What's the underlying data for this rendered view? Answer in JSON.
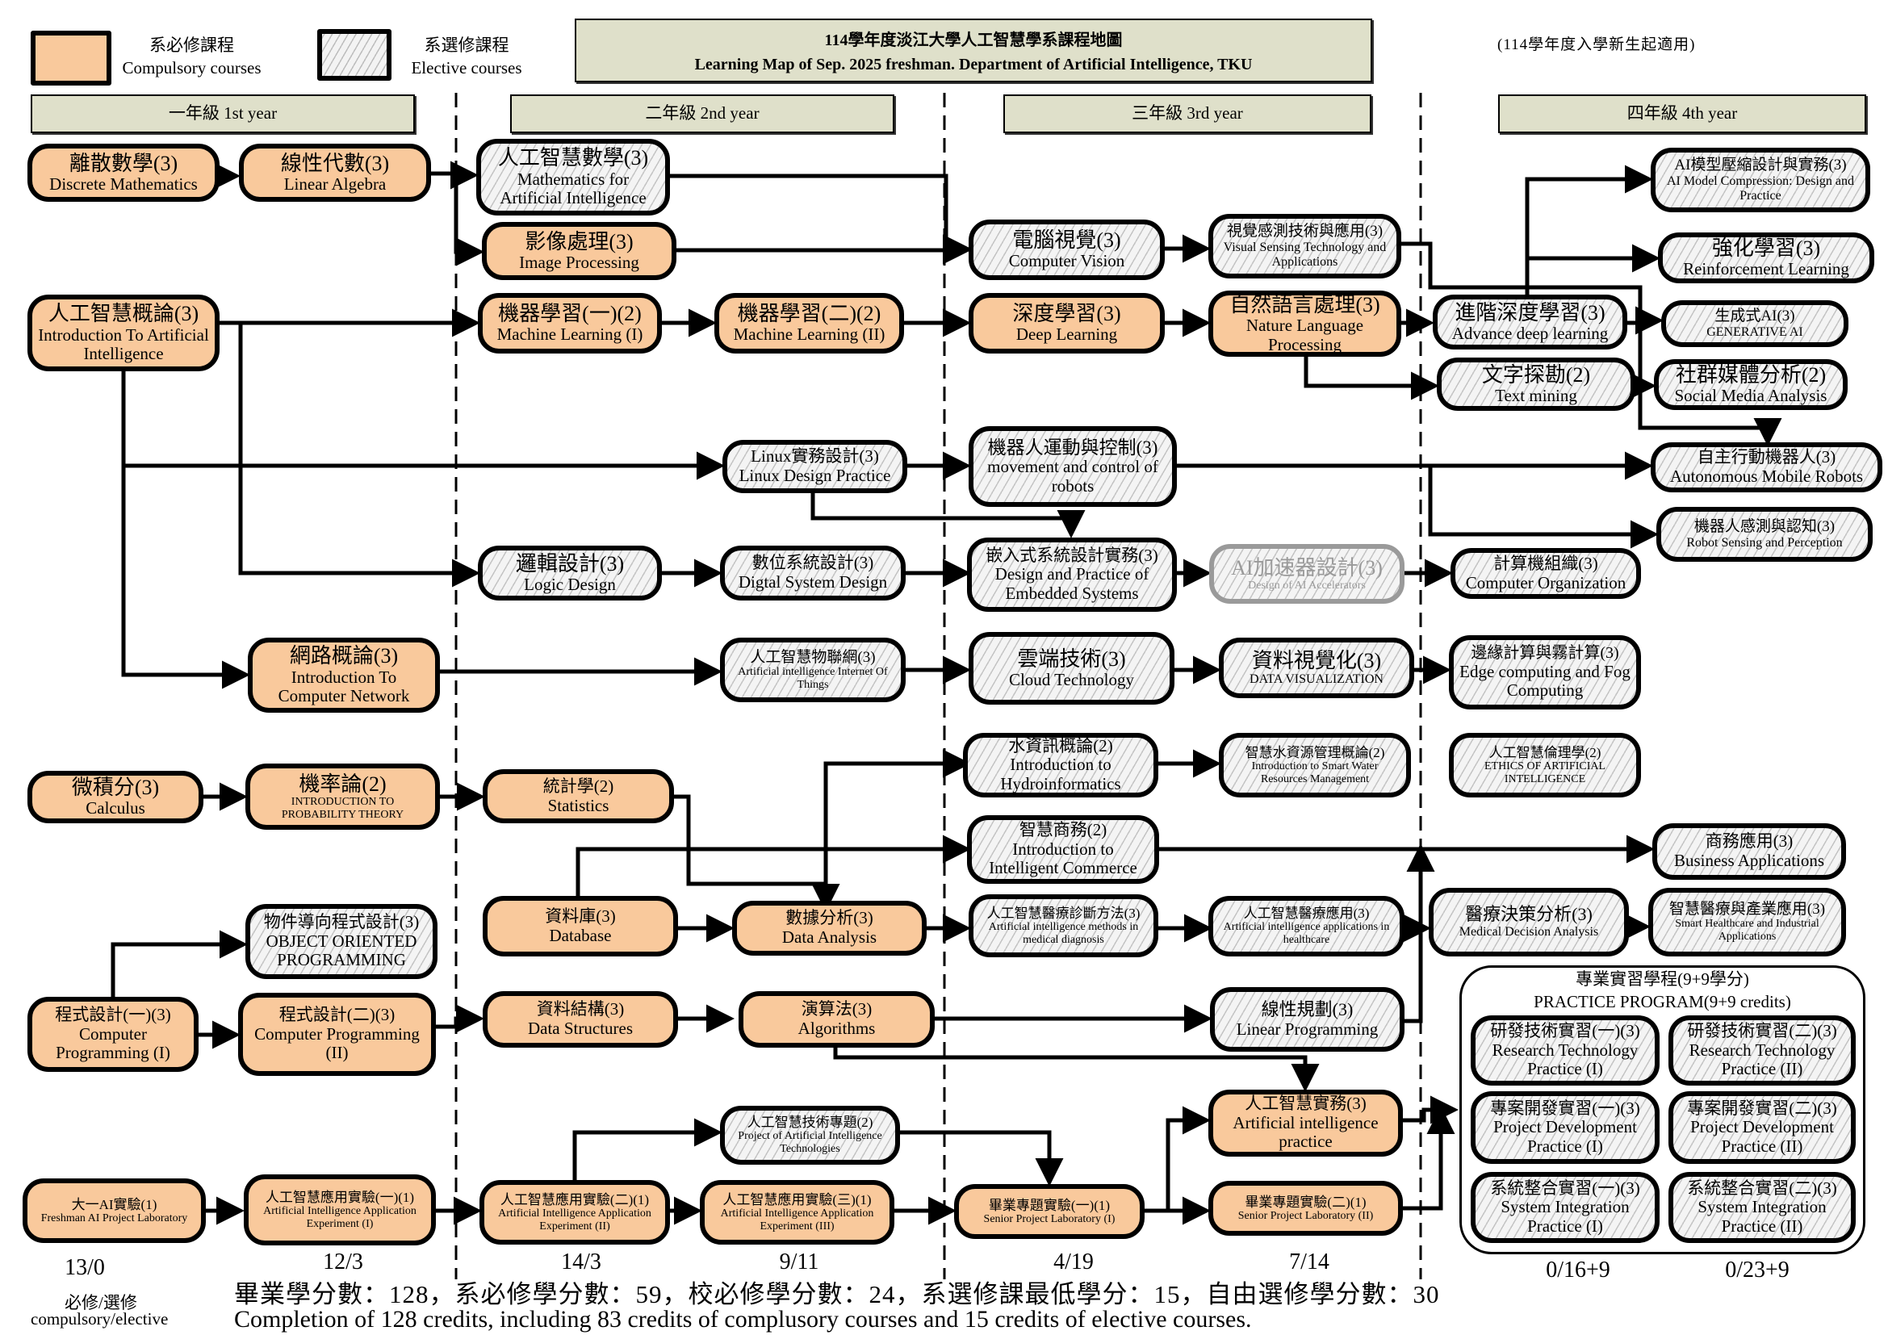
{
  "legend": {
    "compulsory_zh": "系必修課程",
    "compulsory_en": "Compulsory courses",
    "elective_zh": "系選修課程",
    "elective_en": "Elective courses"
  },
  "title": {
    "zh": "114學年度淡江大學人工智慧學系課程地圖",
    "en": "Learning Map of Sep. 2025 freshman. Department of Artificial Intelligence, TKU"
  },
  "applicability_note": "(114學年度入學新生起適用)",
  "years": [
    "一年級 1st  year",
    "二年級 2nd   year",
    "三年級 3rd  year",
    "四年級 4th year"
  ],
  "colors": {
    "compulsory": "#f9c99c",
    "header": "#dfe0ca",
    "elective_hatch": "#c4c4c4",
    "inactive": "#9a9a9a"
  },
  "courses": {
    "discrete_math": {
      "zh": "離散數學(3)",
      "en": "Discrete Mathematics",
      "type": "compulsory"
    },
    "linear_algebra": {
      "zh": "線性代數(3)",
      "en": "Linear Algebra",
      "type": "compulsory"
    },
    "math_ai": {
      "zh": "人工智慧數學(3)",
      "en": "Mathematics for Artificial Intelligence",
      "type": "elective"
    },
    "image_proc": {
      "zh": "影像處理(3)",
      "en": "Image Processing",
      "type": "compulsory"
    },
    "intro_ai": {
      "zh": "人工智慧概論(3)",
      "en": "Introduction To Artificial Intelligence",
      "type": "compulsory"
    },
    "ml1": {
      "zh": "機器學習(一)(2)",
      "en": "Machine Learning (I)",
      "type": "compulsory"
    },
    "ml2": {
      "zh": "機器學習(二)(2)",
      "en": "Machine Learning (II)",
      "type": "compulsory"
    },
    "cv": {
      "zh": "電腦視覺(3)",
      "en": "Computer Vision",
      "type": "elective"
    },
    "visual_sensing": {
      "zh": "視覺感測技術與應用(3)",
      "en": "Visual Sensing Technology and Applications",
      "type": "elective"
    },
    "deep_learning": {
      "zh": "深度學習(3)",
      "en": "Deep Learning",
      "type": "compulsory"
    },
    "nlp": {
      "zh": "自然語言處理(3)",
      "en": "Nature Language Processing",
      "type": "compulsory"
    },
    "adv_dl": {
      "zh": "進階深度學習(3)",
      "en": "Advance deep learning",
      "type": "elective"
    },
    "text_mining": {
      "zh": "文字探勘(2)",
      "en": "Text mining",
      "type": "elective"
    },
    "model_compression": {
      "zh": "AI模型壓縮設計與實務(3)",
      "en": "AI Model Compression: Design and Practice",
      "type": "elective"
    },
    "rl": {
      "zh": "強化學習(3)",
      "en": "Reinforcement Learning",
      "type": "elective"
    },
    "gen_ai": {
      "zh": "生成式AI(3)",
      "en": "GENERATIVE AI",
      "type": "elective"
    },
    "social_media": {
      "zh": "社群媒體分析(2)",
      "en": "Social Media Analysis",
      "type": "elective"
    },
    "linux": {
      "zh": "Linux實務設計(3)",
      "en": "Linux Design Practice",
      "type": "elective"
    },
    "robot_motion": {
      "zh": "機器人運動與控制(3)",
      "en": "movement and control of robots",
      "type": "elective"
    },
    "auto_robots": {
      "zh": "自主行動機器人(3)",
      "en": "Autonomous Mobile Robots",
      "type": "elective"
    },
    "robot_sensing": {
      "zh": "機器人感測與認知(3)",
      "en": "Robot Sensing and Perception",
      "type": "elective"
    },
    "logic_design": {
      "zh": "邏輯設計(3)",
      "en": "Logic Design",
      "type": "elective"
    },
    "digital_sys": {
      "zh": "數位系統設計(3)",
      "en": "Digtal System Design",
      "type": "elective"
    },
    "embedded": {
      "zh": "嵌入式系統設計實務(3)",
      "en": "Design and Practice of Embedded Systems",
      "type": "elective"
    },
    "ai_accel": {
      "zh": "AI加速器設計(3)",
      "en": "Design of AI Accelerators",
      "type": "inactive"
    },
    "comp_org": {
      "zh": "計算機組織(3)",
      "en": "Computer Organization",
      "type": "elective"
    },
    "networks": {
      "zh": "網路概論(3)",
      "en": "Introduction To Computer Network",
      "type": "compulsory"
    },
    "aiot": {
      "zh": "人工智慧物聯網(3)",
      "en": "Artificial intelligence Internet Of Things",
      "type": "elective"
    },
    "cloud": {
      "zh": "雲端技術(3)",
      "en": "Cloud Technology",
      "type": "elective"
    },
    "data_vis": {
      "zh": "資料視覺化(3)",
      "en": "DATA VISUALIZATION",
      "type": "elective"
    },
    "edge_fog": {
      "zh": "邊緣計算與霧計算(3)",
      "en": "Edge computing and Fog Computing",
      "type": "elective"
    },
    "hydro": {
      "zh": "水資訊概論(2)",
      "en": "Introduction to Hydroinformatics",
      "type": "elective"
    },
    "smart_water": {
      "zh": "智慧水資源管理概論(2)",
      "en": "Introduction to Smart Water Resources Management",
      "type": "elective"
    },
    "ethics": {
      "zh": "人工智慧倫理學(2)",
      "en": "ETHICS OF ARTIFICIAL INTELLIGENCE",
      "type": "elective"
    },
    "calculus": {
      "zh": "微積分(3)",
      "en": "Calculus",
      "type": "compulsory"
    },
    "probability": {
      "zh": "機率論(2)",
      "en": "INTRODUCTION TO PROBABILITY THEORY",
      "type": "compulsory"
    },
    "statistics": {
      "zh": "統計學(2)",
      "en": "Statistics",
      "type": "compulsory"
    },
    "intel_commerce": {
      "zh": "智慧商務(2)",
      "en": "Introduction to Intelligent Commerce",
      "type": "elective"
    },
    "business_app": {
      "zh": "商務應用(3)",
      "en": "Business Applications",
      "type": "elective"
    },
    "oop": {
      "zh": "物件導向程式設計(3)",
      "en": "OBJECT ORIENTED PROGRAMMING",
      "type": "elective"
    },
    "database": {
      "zh": "資料庫(3)",
      "en": "Database",
      "type": "compulsory"
    },
    "data_analysis": {
      "zh": "數據分析(3)",
      "en": "Data Analysis",
      "type": "compulsory"
    },
    "med_diag": {
      "zh": "人工智慧醫療診斷方法(3)",
      "en": "Artificial intelligence methods in medical diagnosis",
      "type": "elective"
    },
    "ai_healthcare": {
      "zh": "人工智慧醫療應用(3)",
      "en": "Artificial intelligence applications in healthcare",
      "type": "elective"
    },
    "med_decision": {
      "zh": "醫療決策分析(3)",
      "en": "Medical Decision Analysis",
      "type": "elective"
    },
    "smart_health": {
      "zh": "智慧醫療與產業應用(3)",
      "en": "Smart Healthcare and Industrial Applications",
      "type": "elective"
    },
    "prog1": {
      "zh": "程式設計(一)(3)",
      "en": "Computer Programming (I)",
      "type": "compulsory"
    },
    "prog2": {
      "zh": "程式設計(二)(3)",
      "en": "Computer Programming (II)",
      "type": "compulsory"
    },
    "data_struct": {
      "zh": "資料結構(3)",
      "en": "Data Structures",
      "type": "compulsory"
    },
    "algorithms": {
      "zh": "演算法(3)",
      "en": "Algorithms",
      "type": "compulsory"
    },
    "linear_prog": {
      "zh": "線性規劃(3)",
      "en": "Linear Programming",
      "type": "elective"
    },
    "ai_practice": {
      "zh": "人工智慧實務(3)",
      "en": "Artificial intelligence practice",
      "type": "compulsory"
    },
    "ai_tech_project": {
      "zh": "人工智慧技術專題(2)",
      "en": "Project of Artificial Intelligence Technologies",
      "type": "elective"
    },
    "freshman_lab": {
      "zh": "大一AI實驗(1)",
      "en": "Freshman AI Project Laboratory",
      "type": "compulsory"
    },
    "ai_exp1": {
      "zh": "人工智慧應用實驗(一)(1)",
      "en": "Artificial Intelligence Application Experiment (I)",
      "type": "compulsory"
    },
    "ai_exp2": {
      "zh": "人工智慧應用實驗(二)(1)",
      "en": "Artificial Intelligence Application Experiment (II)",
      "type": "compulsory"
    },
    "ai_exp3": {
      "zh": "人工智慧應用實驗(三)(1)",
      "en": "Artificial Intelligence Application Experiment (III)",
      "type": "compulsory"
    },
    "senior_lab1": {
      "zh": "畢業專題實驗(一)(1)",
      "en": "Senior Project Laboratory (I)",
      "type": "compulsory"
    },
    "senior_lab2": {
      "zh": "畢業專題實驗(二)(1)",
      "en": "Senior Project Laboratory (II)",
      "type": "compulsory"
    }
  },
  "practice_program": {
    "title_zh": "專業實習學程(9+9學分)",
    "title_en": "PRACTICE PROGRAM(9+9 credits)",
    "courses": [
      {
        "zh": "研發技術實習(一)(3)",
        "en": "Research Technology Practice (I)"
      },
      {
        "zh": "研發技術實習(二)(3)",
        "en": "Research Technology Practice (II)"
      },
      {
        "zh": "專案開發實習(一)(3)",
        "en": "Project Development Practice (I)"
      },
      {
        "zh": "專案開發實習(二)(3)",
        "en": "Project Development Practice (II)"
      },
      {
        "zh": "系統整合實習(一)(3)",
        "en": "System Integration Practice (I)"
      },
      {
        "zh": "系統整合實習(二)(3)",
        "en": "System Integration Practice (II)"
      }
    ]
  },
  "credit_summary": {
    "semesters": [
      "13/0",
      "12/3",
      "14/3",
      "9/11",
      "4/19",
      "7/14",
      "0/16+9",
      "0/23+9"
    ],
    "label_zh": "必修/選修",
    "label_en": "compulsory/elective"
  },
  "footer": {
    "zh": "畢業學分數：128，系必修學分數：59，校必修學分數：24，系選修課最低學分：15，自由選修學分數：30",
    "en": "Completion of 128 credits, including 83 credits of complusory courses and 15 credits of elective courses."
  }
}
